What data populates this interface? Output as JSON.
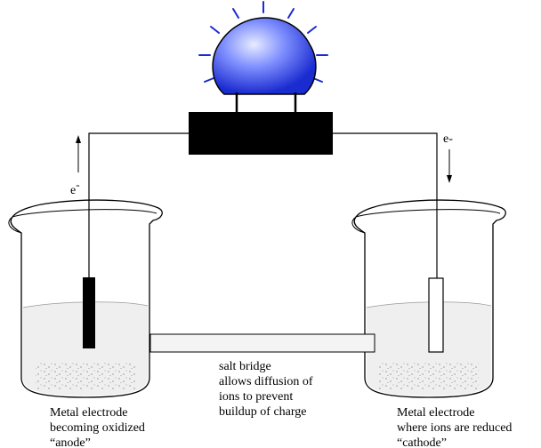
{
  "diagram": {
    "electron_left": "e",
    "electron_left_sup": "-",
    "electron_right": "e-",
    "salt_bridge": {
      "line1": "salt bridge",
      "line2": "allows diffusion of",
      "line3": "ions to prevent",
      "line4": "buildup of charge"
    },
    "anode": {
      "line1": "Metal electrode",
      "line2": "becoming oxidized",
      "line3": "“anode”"
    },
    "cathode": {
      "line1": "Metal electrode",
      "line2": "where ions are reduced",
      "line3": "“cathode”"
    },
    "colors": {
      "bulb_light": "#e8ecff",
      "bulb_mid": "#7f8fff",
      "bulb_dark": "#1a2bd0",
      "rays": "#1a2bd0",
      "solution": "#efefef",
      "glass_outline": "#000000"
    }
  }
}
